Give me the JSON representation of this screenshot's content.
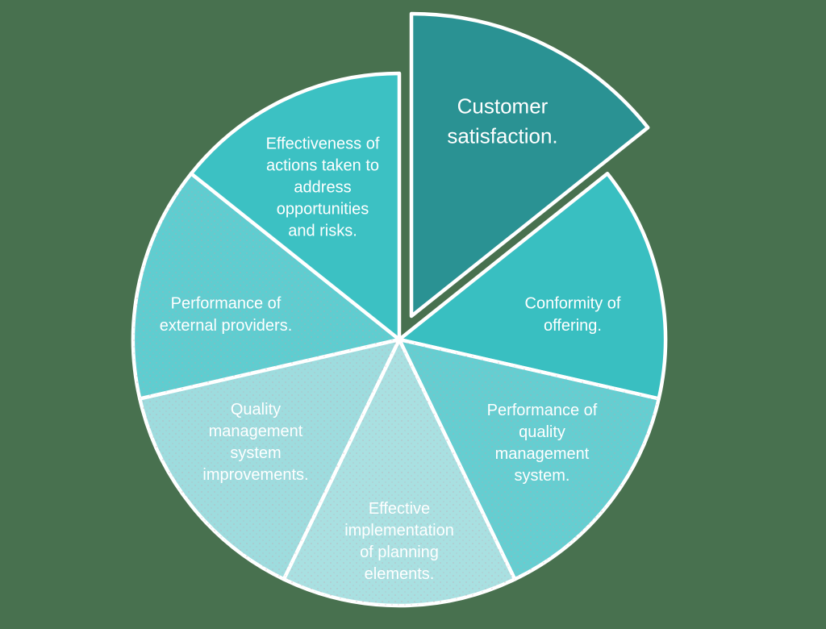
{
  "page": {
    "background_color": "#48714F",
    "separator_color": "#FFFFFF",
    "text_color": "#FFFFFF"
  },
  "chart_data": {
    "type": "pie",
    "title": "",
    "legend": "none",
    "description": "Seven-segment teal pie chart of quality metrics; the 'Customer satisfaction.' slice is exploded (pulled out) toward the top-right and drawn slightly larger.",
    "slices": [
      {
        "label": "Customer satisfaction.",
        "lines": [
          "Customer",
          "satisfaction."
        ],
        "value": 14.29,
        "color": "#2A9293",
        "exploded": true,
        "textured": false
      },
      {
        "label": "Conformity of offering.",
        "lines": [
          "Conformity of",
          "offering."
        ],
        "value": 14.29,
        "color": "#39BFC1",
        "exploded": false,
        "textured": false
      },
      {
        "label": "Performance of quality management system.",
        "lines": [
          "Performance of",
          "quality",
          "management",
          "system."
        ],
        "value": 14.29,
        "color": "#65CED1",
        "exploded": false,
        "textured": true
      },
      {
        "label": "Effective implementation of planning elements.",
        "lines": [
          "Effective",
          "implementation",
          "of planning",
          "elements."
        ],
        "value": 14.29,
        "color": "#A9E0E1",
        "exploded": false,
        "textured": true
      },
      {
        "label": "Quality management system improvements.",
        "lines": [
          "Quality",
          "management",
          "system",
          "improvements."
        ],
        "value": 14.29,
        "color": "#9EDCDE",
        "exploded": false,
        "textured": true
      },
      {
        "label": "Performance of external providers.",
        "lines": [
          "Performance of",
          "external providers."
        ],
        "value": 14.29,
        "color": "#5FCDD0",
        "exploded": false,
        "textured": true
      },
      {
        "label": "Effectiveness of actions taken to address opportunities and risks.",
        "lines": [
          "Effectiveness of",
          "actions taken to",
          "address",
          "opportunities",
          "and risks."
        ],
        "value": 14.29,
        "color": "#3CC1C3",
        "exploded": false,
        "textured": false
      }
    ]
  }
}
